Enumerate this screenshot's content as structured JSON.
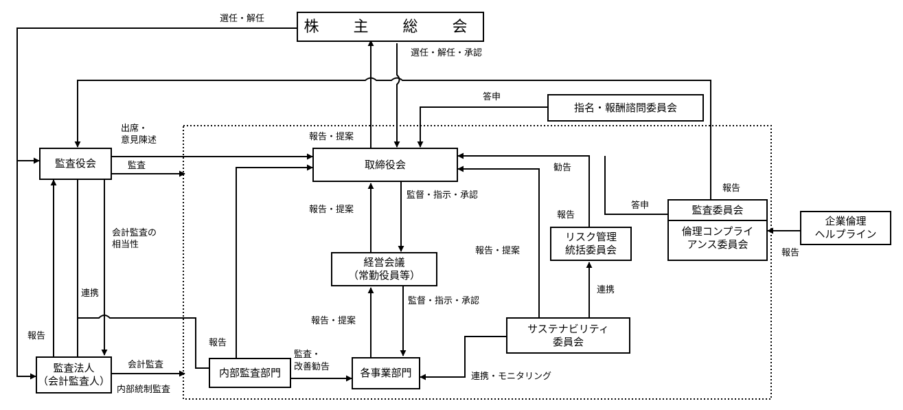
{
  "nodes": {
    "shareholders": "株　主　総　会",
    "audit_board": "監査役会",
    "board": "取締役会",
    "nomination": "指名・報酬諮問委員会",
    "management": [
      "経営会議",
      "（常勤役員等）"
    ],
    "audit_committee": "監査委員会",
    "ethics_committee": [
      "倫理コンプライ",
      "アンス委員会"
    ],
    "helpline": [
      "企業倫理",
      "ヘルプライン"
    ],
    "risk_committee": [
      "リスク管理",
      "統括委員会"
    ],
    "sustainability": [
      "サステナビリティ",
      "委員会"
    ],
    "auditor": [
      "監査法人",
      "（会計監査人）"
    ],
    "internal_audit": "内部監査部門",
    "business_units": "各事業部門"
  },
  "labels": {
    "elect_dismiss_top": "選任・解任",
    "elect_dismiss_approve": "選任・解任・承認",
    "report_report_top": "答申",
    "attend": [
      "出席・",
      "意見陳述"
    ],
    "audit_board_audit": "監査",
    "report_proposal_board": "報告・提案",
    "supervise_board": "監督・指示・承認",
    "report_proposal_mgmt": "報告・提案",
    "supervise_mgmt": "監督・指示・承認",
    "report_proposal_sus": "報告・提案",
    "recommend": "勧告",
    "report_risk": "報告",
    "report_ac_top": "報告",
    "answer_ac": "答申",
    "report_helpline": "報告",
    "accounting_adequacy": [
      "会計監査の",
      "相当性"
    ],
    "cooperation_left": "連携",
    "report_left": "報告",
    "report_ia": "報告",
    "accounting_audit": "会計監査",
    "internal_control_audit": "内部統制監査",
    "audit_improve": [
      "監査・",
      "改善勧告"
    ],
    "cooperation_monitor": "連携・モニタリング",
    "cooperation_risk": "連携"
  }
}
